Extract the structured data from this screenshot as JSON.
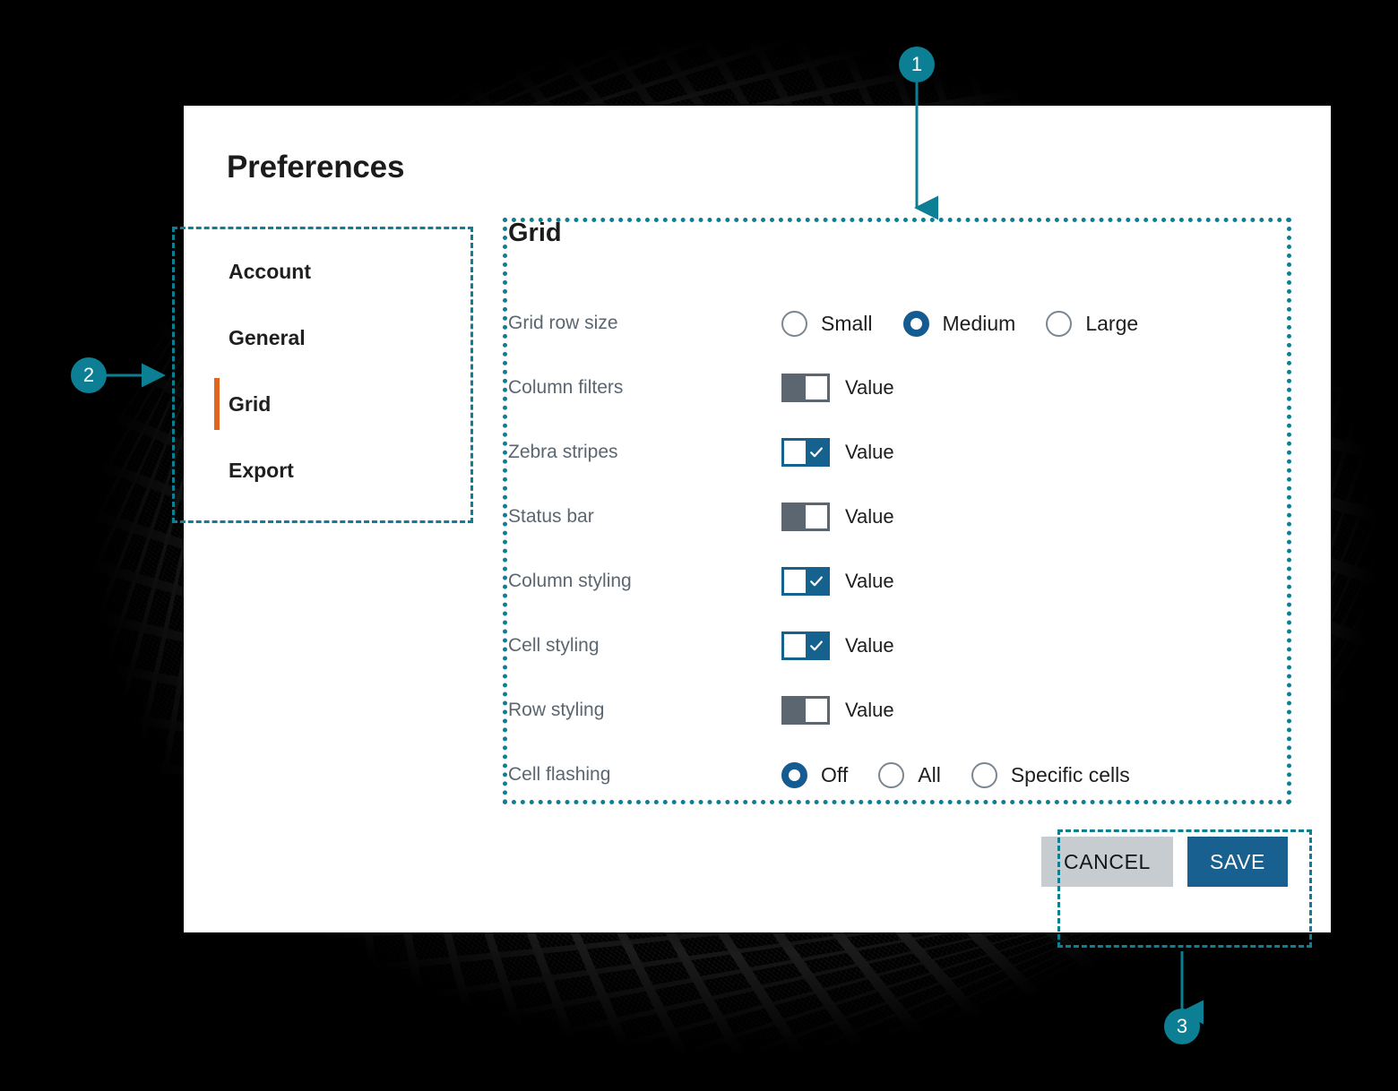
{
  "dialog": {
    "title": "Preferences"
  },
  "sidebar": {
    "items": [
      {
        "label": "Account",
        "active": false
      },
      {
        "label": "General",
        "active": false
      },
      {
        "label": "Grid",
        "active": true
      },
      {
        "label": "Export",
        "active": false
      }
    ]
  },
  "panel": {
    "heading": "Grid",
    "rows": [
      {
        "label": "Grid row size",
        "type": "radio",
        "options": [
          {
            "label": "Small",
            "selected": false
          },
          {
            "label": "Medium",
            "selected": true
          },
          {
            "label": "Large",
            "selected": false
          }
        ]
      },
      {
        "label": "Column filters",
        "type": "toggle",
        "state": "off",
        "value_text": "Value"
      },
      {
        "label": "Zebra stripes",
        "type": "toggle",
        "state": "on",
        "value_text": "Value"
      },
      {
        "label": "Status bar",
        "type": "toggle",
        "state": "off",
        "value_text": "Value"
      },
      {
        "label": "Column styling",
        "type": "toggle",
        "state": "on",
        "value_text": "Value"
      },
      {
        "label": "Cell styling",
        "type": "toggle",
        "state": "on",
        "value_text": "Value"
      },
      {
        "label": "Row styling",
        "type": "toggle",
        "state": "off",
        "value_text": "Value"
      },
      {
        "label": "Cell flashing",
        "type": "radio",
        "options": [
          {
            "label": "Off",
            "selected": true
          },
          {
            "label": "All",
            "selected": false
          },
          {
            "label": "Specific cells",
            "selected": false
          }
        ]
      }
    ]
  },
  "footer": {
    "cancel_label": "CANCEL",
    "save_label": "SAVE"
  },
  "annotations": {
    "callouts": [
      {
        "number": "1",
        "target": "grid-settings-panel"
      },
      {
        "number": "2",
        "target": "sidebar-navigation"
      },
      {
        "number": "3",
        "target": "dialog-action-buttons"
      }
    ]
  },
  "colors": {
    "accent_blue": "#18608f",
    "annotation_teal": "#0d7f95",
    "active_nav_orange": "#e0651f",
    "toggle_off_gray": "#5b6670",
    "cancel_gray": "#c7ccd1",
    "label_gray": "#5b6670"
  }
}
